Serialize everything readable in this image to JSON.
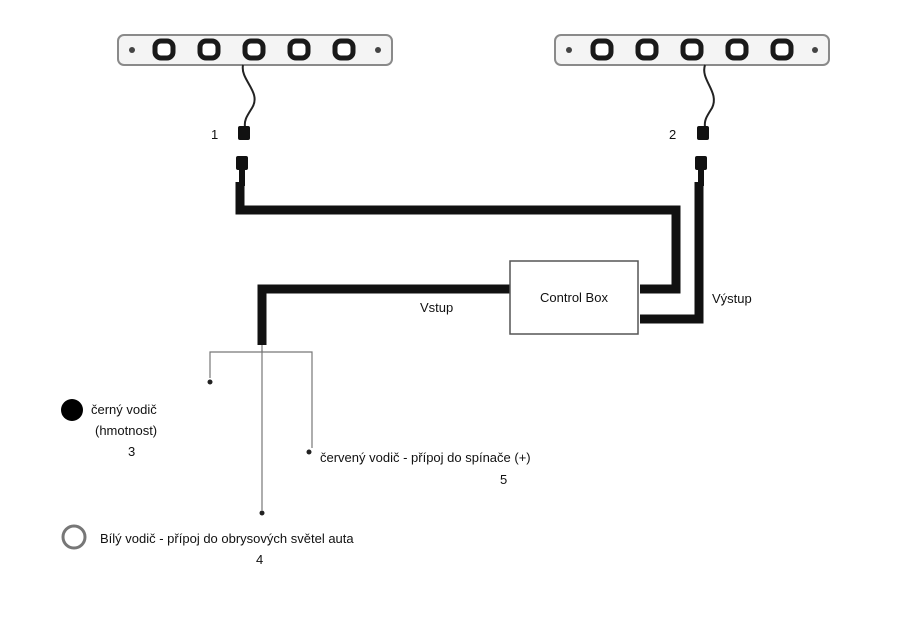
{
  "connectors": [
    {
      "number": "1"
    },
    {
      "number": "2"
    }
  ],
  "control_box": {
    "label": "Control Box"
  },
  "ports": {
    "input_label": "Vstup",
    "output_label": "Výstup"
  },
  "wires": [
    {
      "number": "3",
      "label_line1": "černý vodič",
      "label_line2": "(hmotnost)",
      "color": "#000000"
    },
    {
      "number": "5",
      "label": "červený vodič -  přípoj do spínače (+)"
    },
    {
      "number": "4",
      "label": "Bílý vodič - přípoj do obrysových světel auta",
      "color": "#ffffff"
    }
  ],
  "colors": {
    "cable": "#111111",
    "led_frame": "#8a8a8a",
    "led_ring": "#1a1a1a"
  }
}
